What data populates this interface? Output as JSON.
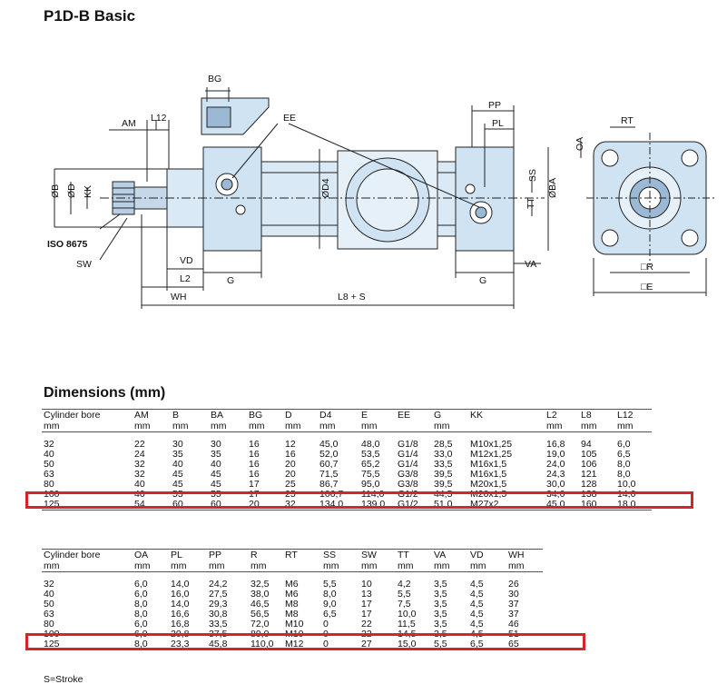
{
  "page_title": "P1D-B Basic",
  "section_title": "Dimensions (mm)",
  "footnote": "S=Stroke",
  "drawing_labels": {
    "bg": "BG",
    "am": "AM",
    "l12": "L12",
    "ee": "EE",
    "pp": "PP",
    "pl": "PL",
    "rt": "RT",
    "ob": "ØB",
    "od": "ØD",
    "kk": "KK",
    "od4": "ØD4",
    "ss": "SS",
    "tt": "TT",
    "oba": "ØBA",
    "oa": "OA",
    "iso": "ISO 8675",
    "sw": "SW",
    "vd": "VD",
    "va": "VA",
    "l2": "L2",
    "g_left": "G",
    "g_right": "G",
    "wh": "WH",
    "l8s": "L8 + S",
    "r": "□R",
    "e": "□E"
  },
  "table1": {
    "headers": [
      "Cylinder bore",
      "AM",
      "B",
      "BA",
      "BG",
      "D",
      "D4",
      "E",
      "EE",
      "G",
      "KK",
      "L2",
      "L8",
      "L12"
    ],
    "units": [
      "mm",
      "mm",
      "mm",
      "mm",
      "mm",
      "mm",
      "mm",
      "mm",
      "",
      "mm",
      "",
      "mm",
      "mm",
      "mm"
    ],
    "rows": [
      [
        "32",
        "22",
        "30",
        "30",
        "16",
        "12",
        "45,0",
        "48,0",
        "G1/8",
        "28,5",
        "M10x1,25",
        "16,8",
        "94",
        "6,0"
      ],
      [
        "40",
        "24",
        "35",
        "35",
        "16",
        "16",
        "52,0",
        "53,5",
        "G1/4",
        "33,0",
        "M12x1,25",
        "19,0",
        "105",
        "6,5"
      ],
      [
        "50",
        "32",
        "40",
        "40",
        "16",
        "20",
        "60,7",
        "65,2",
        "G1/4",
        "33,5",
        "M16x1,5",
        "24,0",
        "106",
        "8,0"
      ],
      [
        "63",
        "32",
        "45",
        "45",
        "16",
        "20",
        "71,5",
        "75,5",
        "G3/8",
        "39,5",
        "M16x1,5",
        "24,3",
        "121",
        "8,0"
      ],
      [
        "80",
        "40",
        "45",
        "45",
        "17",
        "25",
        "86,7",
        "95,0",
        "G3/8",
        "39,5",
        "M20x1,5",
        "30,0",
        "128",
        "10,0"
      ],
      [
        "100",
        "40",
        "55",
        "55",
        "17",
        "25",
        "106,7",
        "114,0",
        "G1/2",
        "44,5",
        "M20x1,5",
        "34,0",
        "138",
        "14,0"
      ],
      [
        "125",
        "54",
        "60",
        "60",
        "20",
        "32",
        "134,0",
        "139,0",
        "G1/2",
        "51,0",
        "M27x2",
        "45,0",
        "160",
        "18,0"
      ]
    ]
  },
  "table2": {
    "headers": [
      "Cylinder bore",
      "OA",
      "PL",
      "PP",
      "R",
      "RT",
      "SS",
      "SW",
      "TT",
      "VA",
      "VD",
      "WH"
    ],
    "units": [
      "mm",
      "mm",
      "mm",
      "mm",
      "mm",
      "",
      "mm",
      "mm",
      "mm",
      "mm",
      "mm",
      "mm"
    ],
    "rows": [
      [
        "32",
        "6,0",
        "14,0",
        "24,2",
        "32,5",
        "M6",
        "5,5",
        "10",
        "4,2",
        "3,5",
        "4,5",
        "26"
      ],
      [
        "40",
        "6,0",
        "16,0",
        "27,5",
        "38,0",
        "M6",
        "8,0",
        "13",
        "5,5",
        "3,5",
        "4,5",
        "30"
      ],
      [
        "50",
        "8,0",
        "14,0",
        "29,3",
        "46,5",
        "M8",
        "9,0",
        "17",
        "7,5",
        "3,5",
        "4,5",
        "37"
      ],
      [
        "63",
        "8,0",
        "16,6",
        "30,8",
        "56,5",
        "M8",
        "6,5",
        "17",
        "10,0",
        "3,5",
        "4,5",
        "37"
      ],
      [
        "80",
        "6,0",
        "16,8",
        "33,5",
        "72,0",
        "M10",
        "0",
        "22",
        "11,5",
        "3,5",
        "4,5",
        "46"
      ],
      [
        "100",
        "6,0",
        "20,8",
        "37,5",
        "89,0",
        "M10",
        "0",
        "22",
        "14,5",
        "3,5",
        "4,5",
        "51"
      ],
      [
        "125",
        "8,0",
        "23,3",
        "45,8",
        "110,0",
        "M12",
        "0",
        "27",
        "15,0",
        "5,5",
        "6,5",
        "65"
      ]
    ]
  },
  "colors": {
    "highlight": "#d7232b",
    "body_fill": "#cfe3f3",
    "line": "#222222"
  }
}
